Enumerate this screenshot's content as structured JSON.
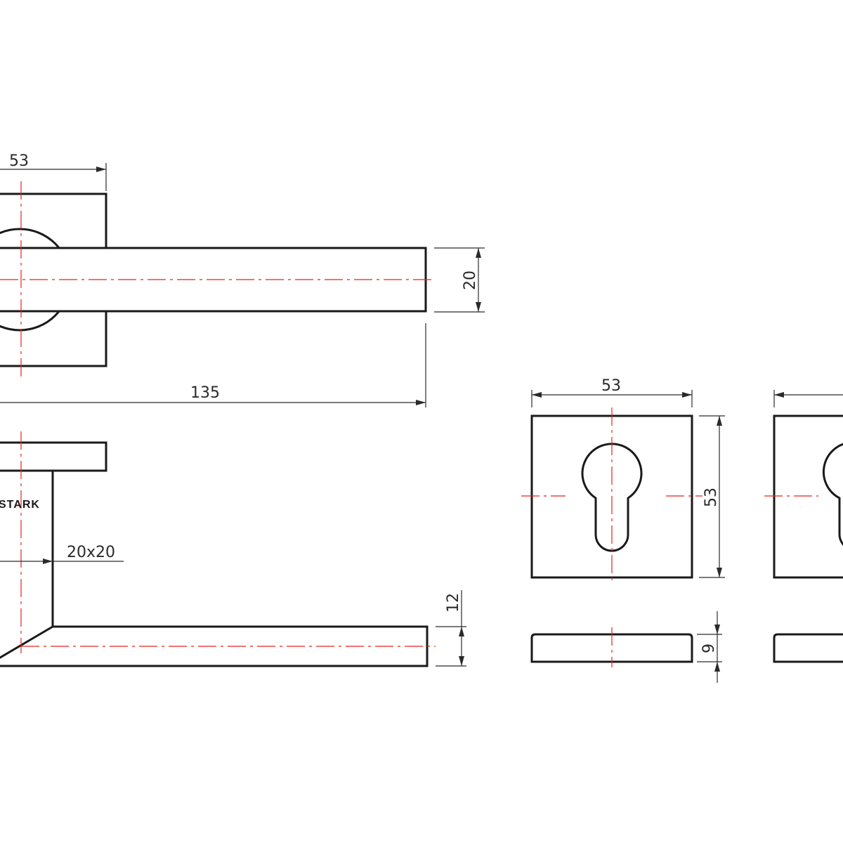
{
  "dimensions": {
    "rose_width": "53",
    "lever_width": "20",
    "lever_length": "135",
    "spindle_size": "20x20",
    "lever_thickness": "12",
    "escutcheon_width": "53",
    "escutcheon_height": "53",
    "escutcheon_thickness": "9"
  },
  "brand": {
    "logo_text": "STARK"
  },
  "colors": {
    "outline": "#1a1a1a",
    "center_line": "#e8231c",
    "dimension_line": "#2a2a2a"
  }
}
